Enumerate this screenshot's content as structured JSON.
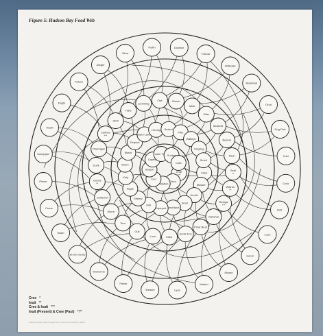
{
  "figure": {
    "title": "Figure 5:  Hudson Bay Food Web",
    "subtitle": ""
  },
  "diagram": {
    "inner_nodes": [
      {
        "label": "Char\n***"
      },
      {
        "label": "Cisco"
      },
      {
        "label": "Whitefish"
      },
      {
        "label": "Cod"
      },
      {
        "label": "Sculpin"
      },
      {
        "label": "Capelin"
      },
      {
        "label": "Lake Trout"
      },
      {
        "label": "Sucker"
      },
      {
        "label": "Crab"
      }
    ],
    "middle_nodes": [
      {
        "label": "Clam"
      },
      {
        "label": "Mussel"
      },
      {
        "label": "Urchin"
      },
      {
        "label": "Snail"
      },
      {
        "label": "Amphipod"
      },
      {
        "label": "Copepod"
      },
      {
        "label": "Krill"
      },
      {
        "label": "Shrimp"
      },
      {
        "label": "Algae"
      },
      {
        "label": "Kelp"
      },
      {
        "label": "Worm"
      },
      {
        "label": "Mysid"
      },
      {
        "label": "Eelpout"
      },
      {
        "label": "Sand Lance"
      },
      {
        "label": "Herring"
      },
      {
        "label": "Burbot"
      },
      {
        "label": "Pike"
      },
      {
        "label": "Walleye"
      },
      {
        "label": "Grayling"
      },
      {
        "label": "Smelt"
      }
    ],
    "outer_nodes": [
      {
        "label": "Seal\n**"
      },
      {
        "label": "Walrus\n**"
      },
      {
        "label": "Beluga\n***"
      },
      {
        "label": "Narwhal"
      },
      {
        "label": "Polar Bear"
      },
      {
        "label": "Arctic Fox"
      },
      {
        "label": "Eider"
      },
      {
        "label": "Loon"
      },
      {
        "label": "Gull"
      },
      {
        "label": "Tern"
      },
      {
        "label": "Murre"
      },
      {
        "label": "Guillemot"
      },
      {
        "label": "Goose\n**"
      },
      {
        "label": "Duck"
      },
      {
        "label": "Ptarmigan"
      },
      {
        "label": "Caribou\n***"
      },
      {
        "label": "Wolf"
      },
      {
        "label": "Hare"
      },
      {
        "label": "Lemming"
      },
      {
        "label": "Owl"
      },
      {
        "label": "Raven"
      },
      {
        "label": "Mink"
      },
      {
        "label": "Otter"
      },
      {
        "label": "Muskrat"
      },
      {
        "label": "Beaver"
      },
      {
        "label": "Bear"
      }
    ],
    "rim_nodes": [
      {
        "label": "Crow"
      },
      {
        "label": "Inuit"
      },
      {
        "label": "Loon"
      },
      {
        "label": "Heron"
      },
      {
        "label": "Moose"
      },
      {
        "label": "Marten"
      },
      {
        "label": "Lynx"
      },
      {
        "label": "Weasel"
      },
      {
        "label": "Fisher"
      },
      {
        "label": "Wolverine"
      },
      {
        "label": "Snow Goose"
      },
      {
        "label": "Swan"
      },
      {
        "label": "Crane"
      },
      {
        "label": "Plover"
      },
      {
        "label": "Sandpiper"
      },
      {
        "label": "Hawk"
      },
      {
        "label": "Eagle"
      },
      {
        "label": "Falcon"
      },
      {
        "label": "Jaeger"
      },
      {
        "label": "Skua"
      },
      {
        "label": "Puffin"
      },
      {
        "label": "Dovekie"
      },
      {
        "label": "Fulmar"
      },
      {
        "label": "Kittiwake"
      },
      {
        "label": "Bowhead"
      },
      {
        "label": "Orca"
      },
      {
        "label": "Dog Fish"
      },
      {
        "label": "Cree"
      }
    ]
  },
  "legend": {
    "items": [
      {
        "label": "Cree",
        "symbol": "*"
      },
      {
        "label": "Inuit",
        "symbol": "**"
      },
      {
        "label": "Cree & Inuit",
        "symbol": "***"
      },
      {
        "label": "Inuit (Present) & Cree (Past)",
        "symbol": "**/*"
      }
    ]
  },
  "source_note": "Source: Hudson Bay Programme, Voices from the Bay (1997)."
}
